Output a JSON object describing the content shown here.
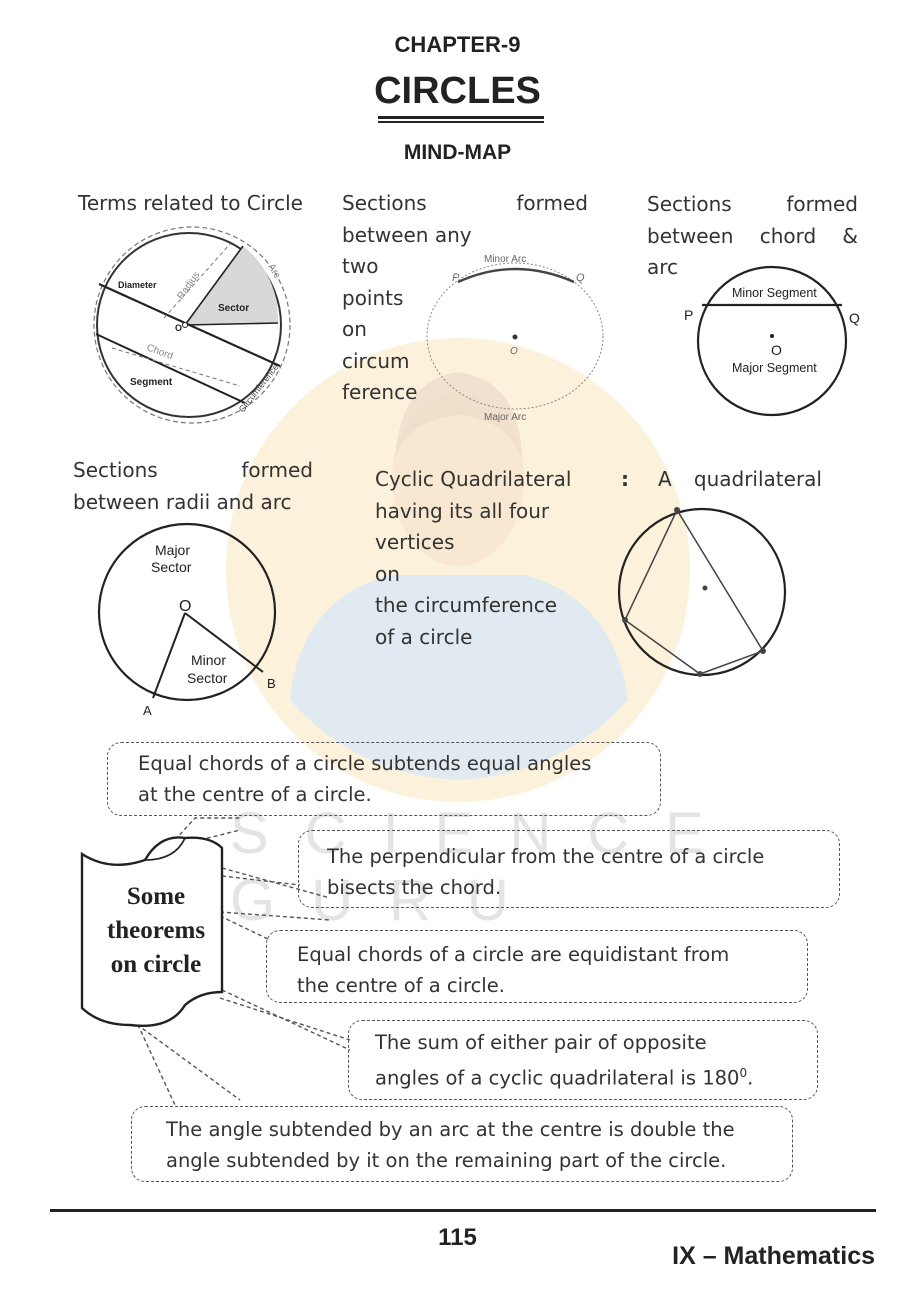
{
  "header": {
    "chapter": "CHAPTER-9",
    "title": "CIRCLES",
    "subtitle": "MIND-MAP"
  },
  "terms": {
    "heading": "Terms related to Circle",
    "labels": {
      "diameter": "Diameter",
      "radius": "Radius",
      "arc": "Arc",
      "sector": "Sector",
      "centre": "O",
      "chord": "Chord",
      "segment": "Segment",
      "circumference": "Circumference"
    }
  },
  "arcs": {
    "lines": [
      "Sections",
      "formed",
      "between any",
      "two",
      "points",
      "on",
      "circum",
      "ference"
    ],
    "labels": {
      "minor_arc": "Minor Arc",
      "major_arc": "Major Arc",
      "p": "P",
      "q": "Q",
      "o": "O"
    }
  },
  "segments": {
    "lines": [
      "Sections",
      "formed",
      "between",
      "chord",
      "&",
      "arc"
    ],
    "labels": {
      "minor_segment": "Minor Segment",
      "major_segment": "Major Segment",
      "p": "P",
      "q": "Q",
      "o": "O"
    }
  },
  "sectors": {
    "lines": [
      "Sections",
      "formed",
      "between radii and arc"
    ],
    "labels": {
      "major_sector_1": "Major",
      "major_sector_2": "Sector",
      "o": "O",
      "minor_sector_1": "Minor",
      "minor_sector_2": "Sector",
      "a": "A",
      "b": "B"
    }
  },
  "cyclic": {
    "term": "Cyclic Quadrilateral",
    "colon": ":",
    "first_a": "A",
    "first_b": "quadrilateral",
    "lines": [
      "having its all four",
      "vertices",
      "on",
      "the circumference",
      "of a circle"
    ]
  },
  "theorems": {
    "title_lines": [
      "Some",
      "theorems",
      "on circle"
    ],
    "items": [
      [
        "Equal chords of a circle subtends equal angles",
        "at the centre of a circle."
      ],
      [
        "The perpendicular from the centre of a circle",
        "bisects the chord."
      ],
      [
        "Equal chords of a circle are equidistant from",
        "the centre of a circle."
      ],
      [
        "The sum of either pair of opposite",
        "angles of a cyclic quadrilateral is 180"
      ],
      [
        "The angle subtended by an arc at the centre is double the",
        "angle subtended by it on the remaining part of the circle."
      ]
    ],
    "degree_sup": "0",
    "degree_end": "."
  },
  "watermark": "SCIENCE GURU",
  "footer": {
    "page_number": "115",
    "subject": "IX – Mathematics"
  },
  "colors": {
    "watermark_cream": "#fbeccd",
    "watermark_blue": "#dde9f4",
    "text": "#333333"
  }
}
